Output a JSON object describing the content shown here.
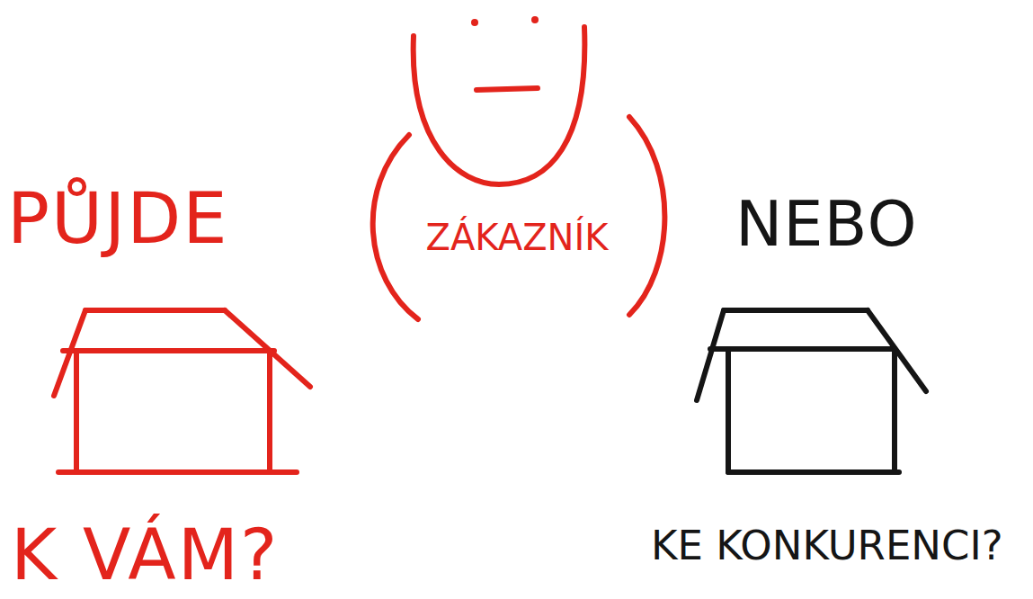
{
  "diagram": {
    "nodes": [
      {
        "text": [
          "PŮJDE",
          "K VÁM?"
        ]
      },
      {
        "text": [
          "ZÁKAZNÍK"
        ]
      },
      {
        "text": [
          "NEBO",
          "KE KONKURENCI?"
        ]
      }
    ]
  }
}
